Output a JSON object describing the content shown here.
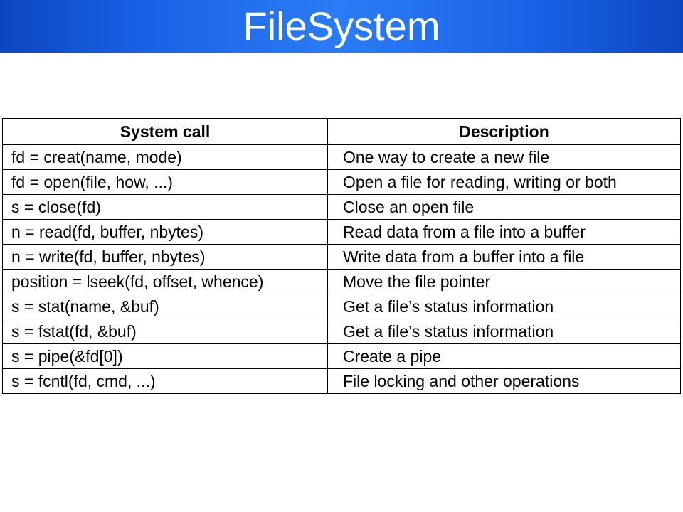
{
  "slide": {
    "title": "FileSystem"
  },
  "table": {
    "headers": [
      "System call",
      "Description"
    ],
    "rows": [
      {
        "call": "fd = creat(name, mode)",
        "description": "One way to create a new file"
      },
      {
        "call": "fd = open(file, how, ...)",
        "description": "Open a file for reading, writing or both"
      },
      {
        "call": "s = close(fd)",
        "description": "Close an open file"
      },
      {
        "call": "n = read(fd, buffer, nbytes)",
        "description": "Read data from a file into a buffer"
      },
      {
        "call": "n = write(fd, buffer, nbytes)",
        "description": "Write data from a buffer into a file"
      },
      {
        "call": "position = lseek(fd, offset, whence)",
        "description": "Move the file pointer"
      },
      {
        "call": "s = stat(name, &buf)",
        "description": "Get a file’s status information"
      },
      {
        "call": "s = fstat(fd, &buf)",
        "description": "Get a file’s status information"
      },
      {
        "call": "s = pipe(&fd[0])",
        "description": "Create a pipe"
      },
      {
        "call": "s = fcntl(fd, cmd, ...)",
        "description": "File locking and other operations"
      }
    ]
  },
  "colors": {
    "title_bar": "#1a62e6",
    "title_text": "#ffffff",
    "table_border": "#000000"
  }
}
